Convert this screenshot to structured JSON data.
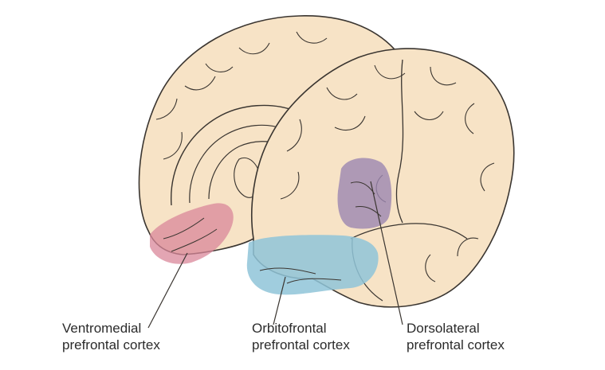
{
  "figure": {
    "colors": {
      "brain_fill": "#f7e3c6",
      "brain_stroke": "#3a3530",
      "ventromedial": "#d9879a",
      "orbitofrontal": "#8fc4d8",
      "dorsolateral": "#9b86b0"
    },
    "regions": [
      {
        "id": "ventromedial",
        "line1": "Ventromedial",
        "line2": "prefrontal cortex"
      },
      {
        "id": "orbitofrontal",
        "line1": "Orbitofrontal",
        "line2": "prefrontal cortex"
      },
      {
        "id": "dorsolateral",
        "line1": "Dorsolateral",
        "line2": "prefrontal cortex"
      }
    ]
  }
}
